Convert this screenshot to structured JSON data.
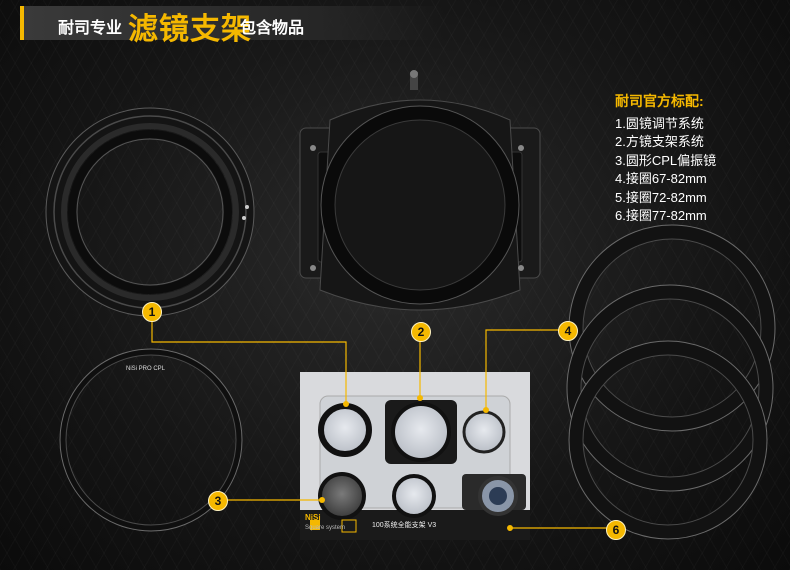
{
  "header": {
    "prefix": "耐司专业",
    "title": "滤镜支架",
    "suffix": "包含物品"
  },
  "spec": {
    "title": "耐司官方标配:",
    "items": [
      "1.圆镜调节系统",
      "2.方镜支架系统",
      "3.圆形CPL偏振镜",
      "4.接圈67-82mm",
      "5.接圈72-82mm",
      "6.接圈77-82mm"
    ]
  },
  "callouts": [
    "1",
    "2",
    "3",
    "4",
    "6"
  ],
  "box": {
    "brand": "NiSi",
    "brand_sub": "Square system",
    "label": "100系统全能支架 V3"
  },
  "colors": {
    "accent": "#f5b800",
    "text": "#ffffff"
  }
}
